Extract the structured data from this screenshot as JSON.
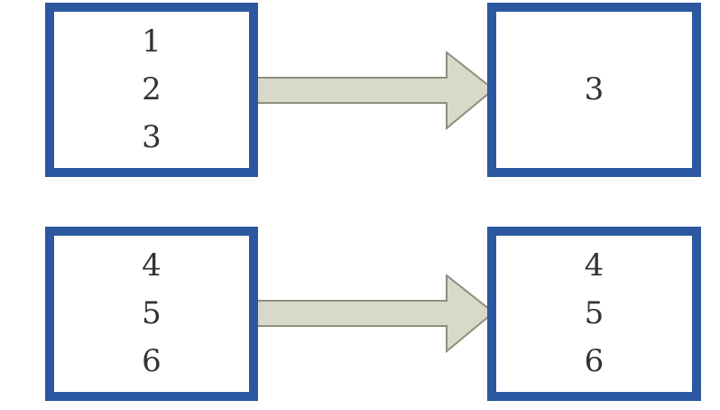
{
  "colors": {
    "box_border": "#2b58a0",
    "arrow_fill": "#d9d9c9",
    "arrow_stroke": "#8e8e7c",
    "text": "#333333"
  },
  "top_row": {
    "source_box": {
      "items": [
        "1",
        "2",
        "3"
      ]
    },
    "target_box": {
      "items": [
        "3"
      ]
    }
  },
  "bottom_row": {
    "source_box": {
      "items": [
        "4",
        "5",
        "6"
      ]
    },
    "target_box": {
      "items": [
        "4",
        "5",
        "6"
      ]
    }
  },
  "icons": [
    "right-arrow-icon",
    "right-arrow-icon"
  ]
}
